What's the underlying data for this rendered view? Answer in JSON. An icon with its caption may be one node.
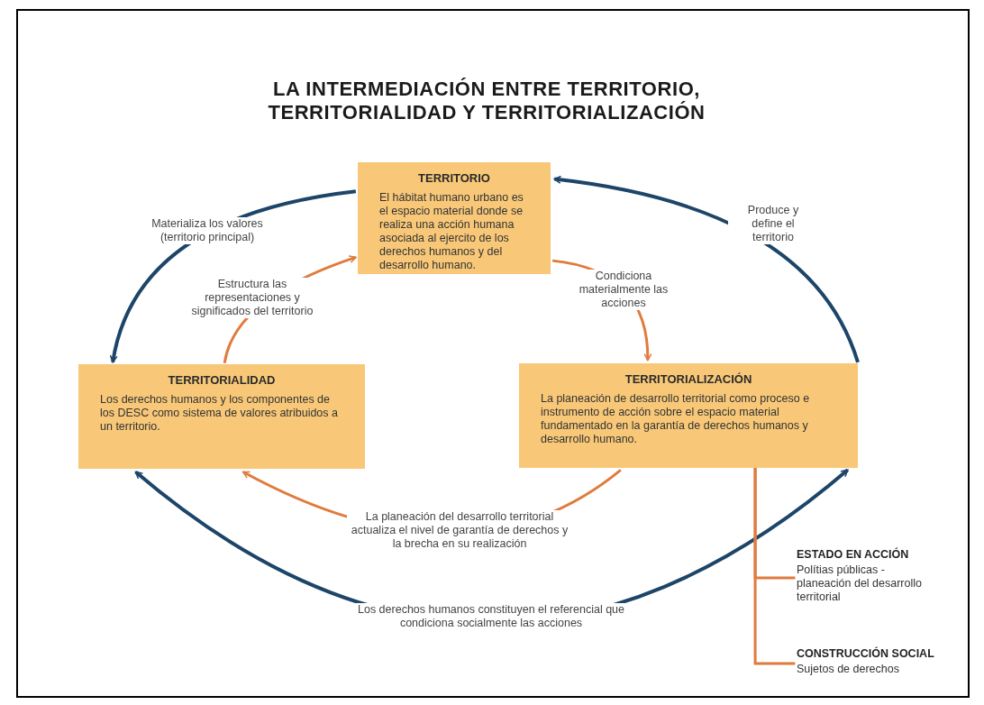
{
  "diagram": {
    "title": "LA INTERMEDIACIÓN ENTRE TERRITORIO, TERRITORIALIDAD Y TERRITORIALIZACIÓN",
    "nodes": [
      {
        "text": [
          "TERRITORIO",
          "El hábitat humano urbano es el espacio material donde se realiza una acción humana asociada al ejercito de los derechos humanos y del desarrollo humano."
        ]
      },
      {
        "text": [
          "TERRITORIALIDAD",
          "Los derechos humanos y los componentes de los DESC como sistema de valores atribuidos a un territorio."
        ]
      },
      {
        "text": [
          "TERRITORIALIZACIÓN",
          "La planeación de desarrollo territorial como proceso e instrumento de acción sobre el espacio material fundamentado en la garantía de derechos humanos y desarrollo humano."
        ]
      },
      {
        "text": [
          "ESTADO EN ACCIÓN",
          "Polítias públicas - planeación del desarrollo territorial"
        ]
      },
      {
        "text": [
          "CONSTRUCCIÓN SOCIAL",
          "Sujetos de derechos"
        ]
      }
    ],
    "edges": [
      {
        "from": 0,
        "to": 1,
        "arrow": "to",
        "label": "Materializa los valores (territorio principal)",
        "color": "#1d4568"
      },
      {
        "from": 1,
        "to": 0,
        "arrow": "to",
        "label": "Estructura las representaciones y significados del territorio"
      },
      {
        "from": 0,
        "to": 2,
        "arrow": "to",
        "label": "Condiciona materialmente las acciones"
      },
      {
        "from": 2,
        "to": 0,
        "arrow": "to",
        "label": "Produce y define el territorio",
        "color": "#1d4568"
      },
      {
        "from": 2,
        "to": 1,
        "arrow": "to",
        "label": "La planeación del desarrollo territorial actualiza el nivel de garantía de derechos y la brecha en su realización"
      },
      {
        "from": 1,
        "to": 2,
        "arrow": "both",
        "label": "Los derechos humanos constituyen el referencial que condiciona socialmente las acciones",
        "color": "#1d4568"
      },
      {
        "from": 2,
        "to": 3,
        "arrow": "none"
      },
      {
        "from": 2,
        "to": 4,
        "arrow": "none"
      }
    ]
  }
}
